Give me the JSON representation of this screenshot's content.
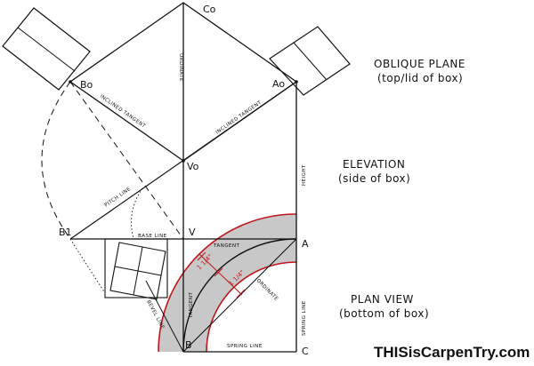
{
  "side_labels": {
    "oblique_line1": "OBLIQUE PLANE",
    "oblique_line2": "(top/lid of box)",
    "elevation_line1": "ELEVATION",
    "elevation_line2": "(side of box)",
    "plan_line1": "PLAN VIEW",
    "plan_line2": "(bottom of box)"
  },
  "points": {
    "co": "Co",
    "bo": "Bo",
    "ao": "Ao",
    "vo": "Vo",
    "b1": "B1",
    "v": "V",
    "a": "A",
    "b": "B",
    "c": "C"
  },
  "line_labels": {
    "ordinate_top": "ORDINATE",
    "inclined_tangent_left": "INCLINED TANGENT",
    "inclined_tangent_right": "INCLINED TANGENT",
    "height": "HEIGHT",
    "pitch_line": "PITCH LINE",
    "base_line": "BASE LINE",
    "bevel_line": "BEVEL LINE",
    "tangent_horizontal": "TANGENT",
    "tangent_vertical": "TANGENT",
    "ordinate_plan": "ORDINATE",
    "spring_line_vertical": "SPRING LINE",
    "spring_line_horizontal": "SPRING LINE"
  },
  "dimensions": {
    "dim_1": "1 1/4\"",
    "dim_2": "1 1/4\""
  },
  "brand": "THISisCarpenTry.com",
  "colors": {
    "line": "#111111",
    "red": "#c0151b",
    "shade": "#c8c8c8"
  }
}
